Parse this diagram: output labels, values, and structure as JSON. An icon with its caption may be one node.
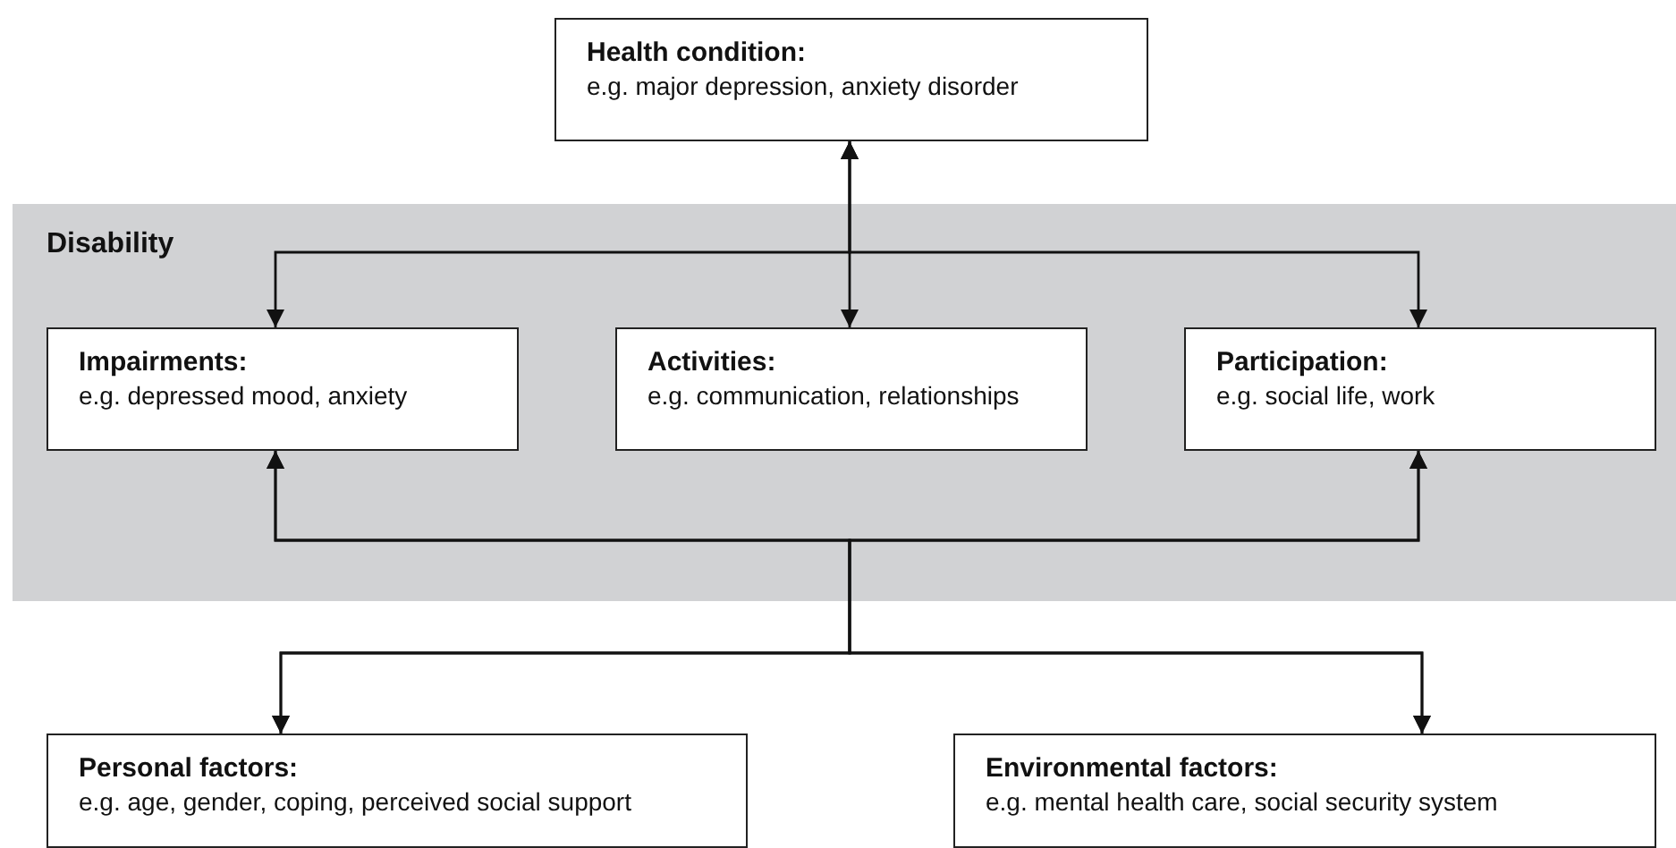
{
  "diagram": {
    "nodes": [
      {
        "text": [
          "Health condition:",
          "e.g. major depression, anxiety disorder"
        ]
      },
      {
        "text": [
          "Disability"
        ]
      },
      {
        "text": [
          "Impairments:",
          "e.g. depressed mood, anxiety"
        ],
        "in": 1
      },
      {
        "text": [
          "Activities:",
          "e.g. communication, relationships"
        ],
        "in": 1
      },
      {
        "text": [
          "Participation:",
          "e.g. social life, work"
        ],
        "in": 1
      },
      {
        "text": [
          "Personal factors:",
          "e.g. age, gender, coping, perceived social support"
        ]
      },
      {
        "text": [
          "Environmental factors:",
          "e.g. mental health care, social security system"
        ]
      }
    ],
    "edges": [
      {
        "from": 0,
        "to": 2,
        "arrow": "both"
      },
      {
        "from": 0,
        "to": 3,
        "arrow": "both"
      },
      {
        "from": 0,
        "to": 4,
        "arrow": "both"
      },
      {
        "from": 5,
        "to": 2,
        "arrow": "both"
      },
      {
        "from": 5,
        "to": 4,
        "arrow": "both"
      },
      {
        "from": 6,
        "to": 2,
        "arrow": "both"
      },
      {
        "from": 6,
        "to": 4,
        "arrow": "both"
      }
    ]
  }
}
